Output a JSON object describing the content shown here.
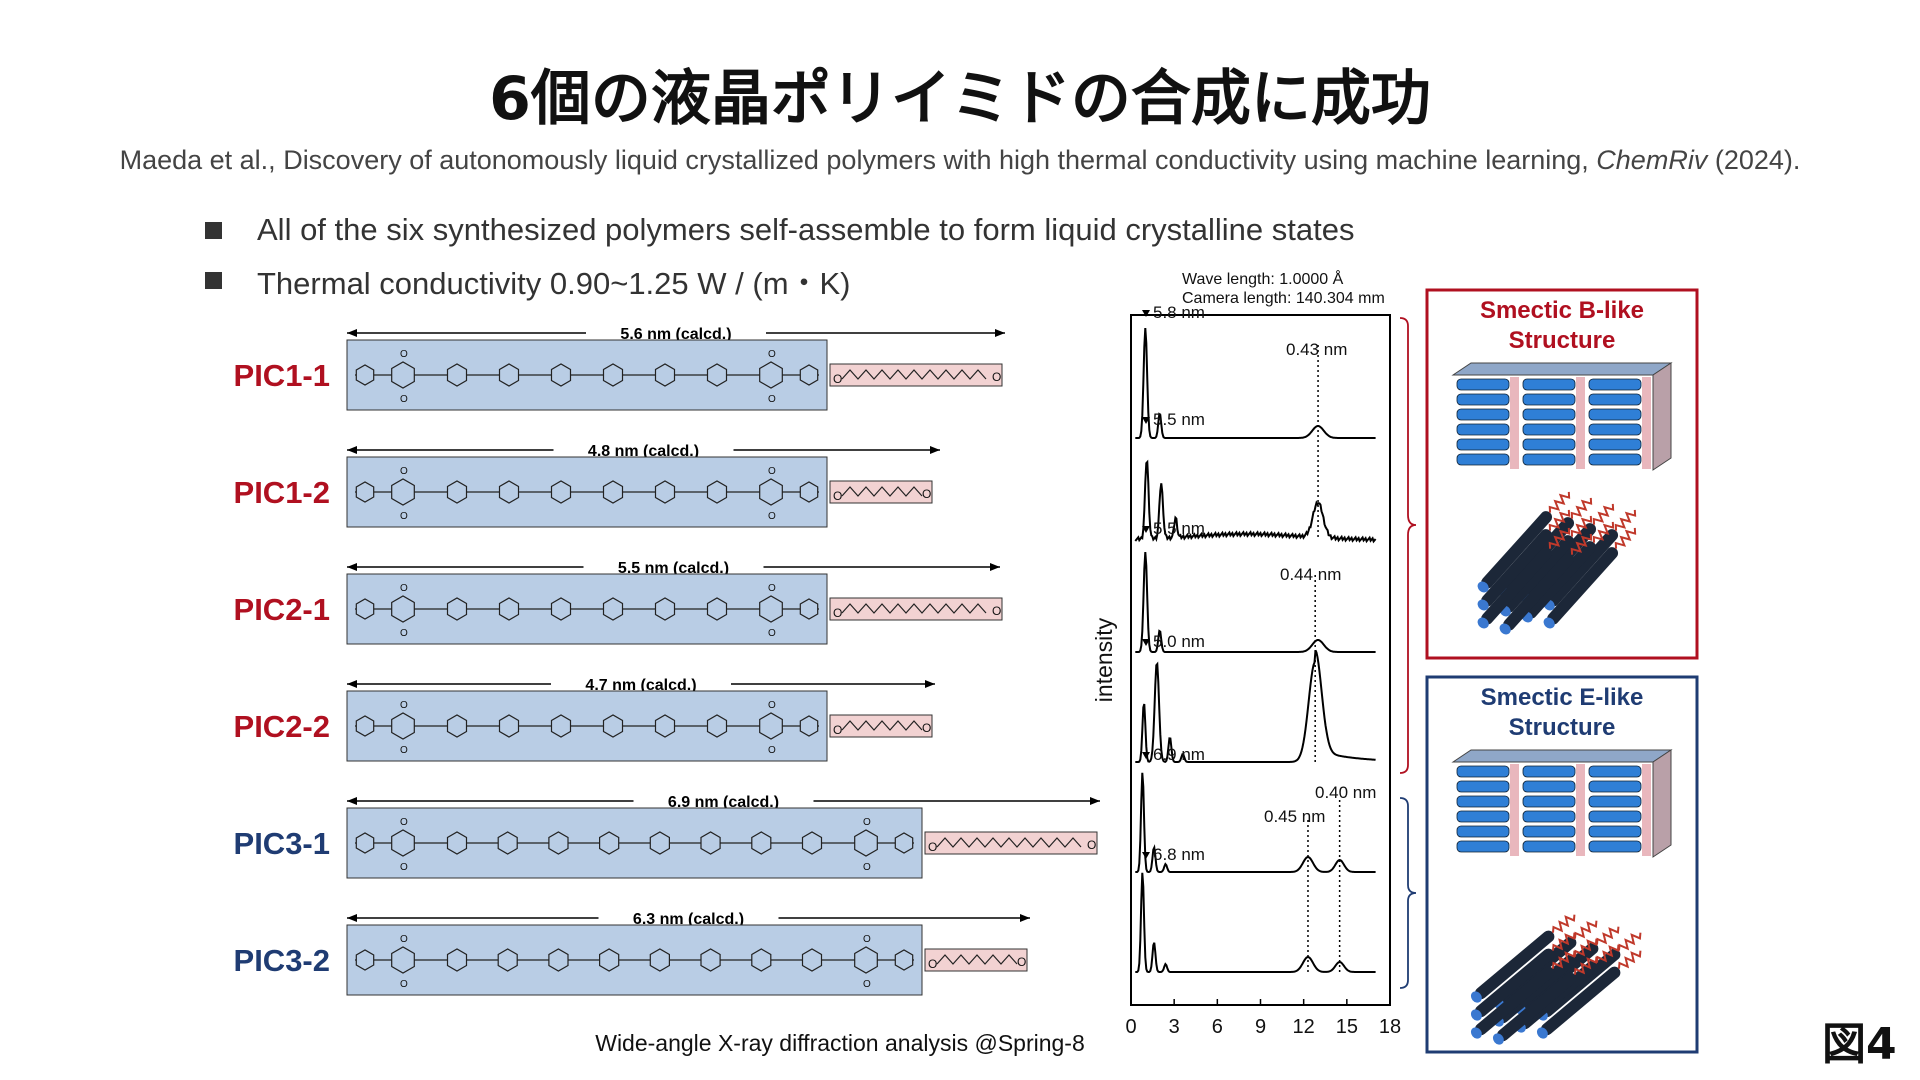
{
  "title": "6個の液晶ポリイミドの合成に成功",
  "citation": {
    "pre": "Maeda et al., Discovery of autonomously liquid crystallized polymers with high thermal conductivity using machine learning, ",
    "journal": "ChemRiv",
    "post": " (2024)."
  },
  "bullets": [
    "All of the six synthesized polymers self-assemble to form liquid crystalline states",
    "Thermal conductivity 0.90~1.25 W / (m・K)"
  ],
  "colors": {
    "red": "#b01020",
    "blue": "#1f3c73",
    "mesogen_fill": "#b9cde5",
    "tail_fill": "#f2d2d2"
  },
  "polymers": [
    {
      "name": "PIC1-1",
      "length": "5.6 nm (calcd.)",
      "group": "red"
    },
    {
      "name": "PIC1-2",
      "length": "4.8 nm (calcd.)",
      "group": "red"
    },
    {
      "name": "PIC2-1",
      "length": "5.5 nm (calcd.)",
      "group": "red"
    },
    {
      "name": "PIC2-2",
      "length": "4.7 nm (calcd.)",
      "group": "red"
    },
    {
      "name": "PIC3-1",
      "length": "6.9 nm (calcd.)",
      "group": "blue"
    },
    {
      "name": "PIC3-2",
      "length": "6.3 nm (calcd.)",
      "group": "blue"
    }
  ],
  "xrd": {
    "wave_length": "Wave length: 1.0000 Å",
    "camera_length": "Camera length: 140.304 mm",
    "ylabel": "intensity",
    "xticks": [
      "0",
      "3",
      "6",
      "9",
      "12",
      "15",
      "18"
    ],
    "xlim": [
      0,
      18
    ],
    "traces": [
      {
        "d_label": "5.8 nm",
        "wide_label": "0.43 nm"
      },
      {
        "d_label": "5.5 nm"
      },
      {
        "d_label": "5.5 nm",
        "wide_label": "0.44 nm"
      },
      {
        "d_label": "5.0 nm"
      },
      {
        "d_label": "6.9 nm",
        "wide_labels": [
          "0.45 nm",
          "0.40 nm"
        ]
      },
      {
        "d_label": "6.8 nm"
      }
    ],
    "caption": "Wide-angle X-ray diffraction analysis @Spring-8"
  },
  "structures": [
    {
      "line1": "Smectic B-like",
      "line2": "Structure"
    },
    {
      "line1": "Smectic E-like",
      "line2": "Structure"
    }
  ],
  "figure_label": "図4"
}
